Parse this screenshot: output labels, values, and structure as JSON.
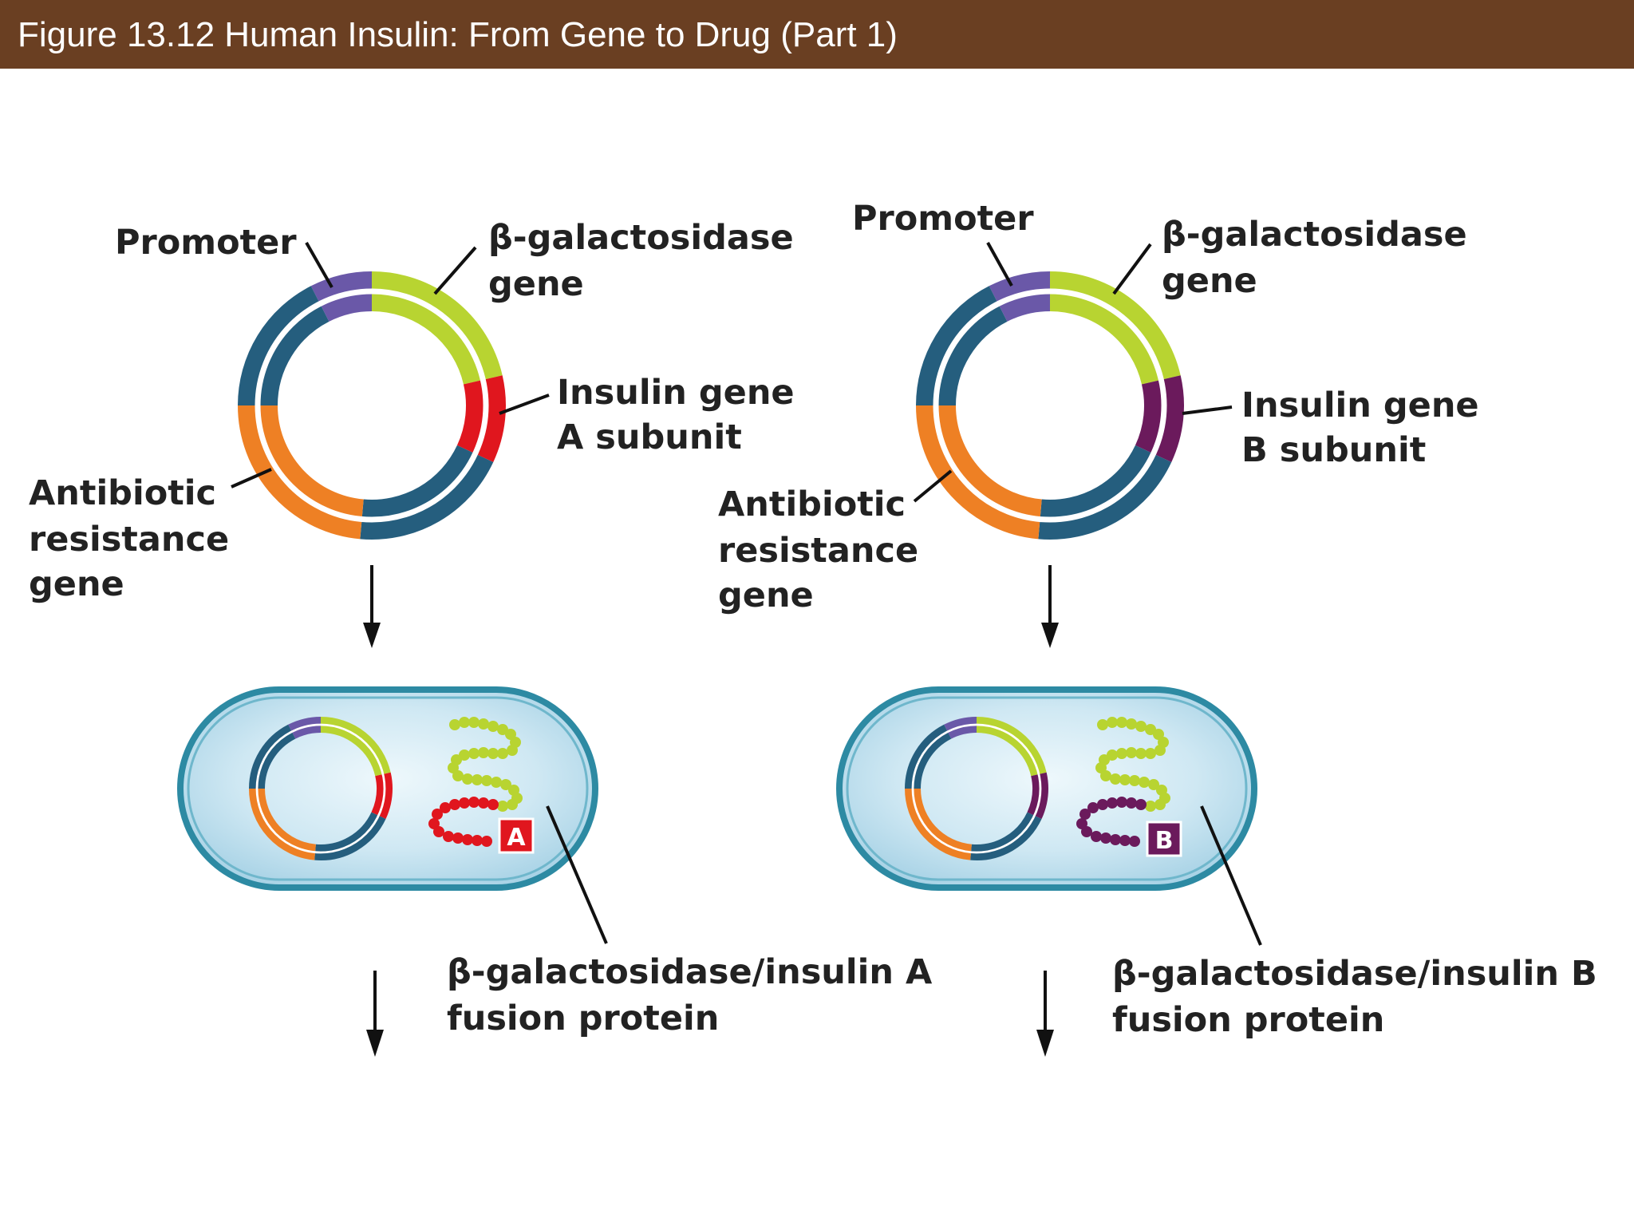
{
  "title": "Figure 13.12  Human Insulin: From Gene to Drug (Part 1)",
  "colors": {
    "title_bar": "#6a3f22",
    "promoter": "#6a58a8",
    "beta_galactosidase": "#b8d431",
    "insulin_a": "#e0161e",
    "insulin_b": "#6b1a5c",
    "backbone": "#255e7e",
    "antibiotic_resistance": "#ee8024",
    "cell_fill": "#cfe8f3",
    "cell_outline": "#2d8aa3"
  },
  "left_panel": {
    "promoter_label": "Promoter",
    "beta_gal_label": [
      "β-galactosidase",
      "gene"
    ],
    "insulin_label": [
      "Insulin gene",
      "A subunit"
    ],
    "antibiotic_label": [
      "Antibiotic",
      "resistance",
      "gene"
    ],
    "insulin_color": "#e0161e",
    "badge": "A",
    "fusion_label": [
      "β-galactosidase/insulin A",
      "fusion protein"
    ]
  },
  "right_panel": {
    "promoter_label": "Promoter",
    "beta_gal_label": [
      "β-galactosidase",
      "gene"
    ],
    "insulin_label": [
      "Insulin gene",
      "B subunit"
    ],
    "antibiotic_label": [
      "Antibiotic",
      "resistance",
      "gene"
    ],
    "insulin_color": "#6b1a5c",
    "badge": "B",
    "fusion_label": [
      "β-galactosidase/insulin B",
      "fusion protein"
    ]
  }
}
